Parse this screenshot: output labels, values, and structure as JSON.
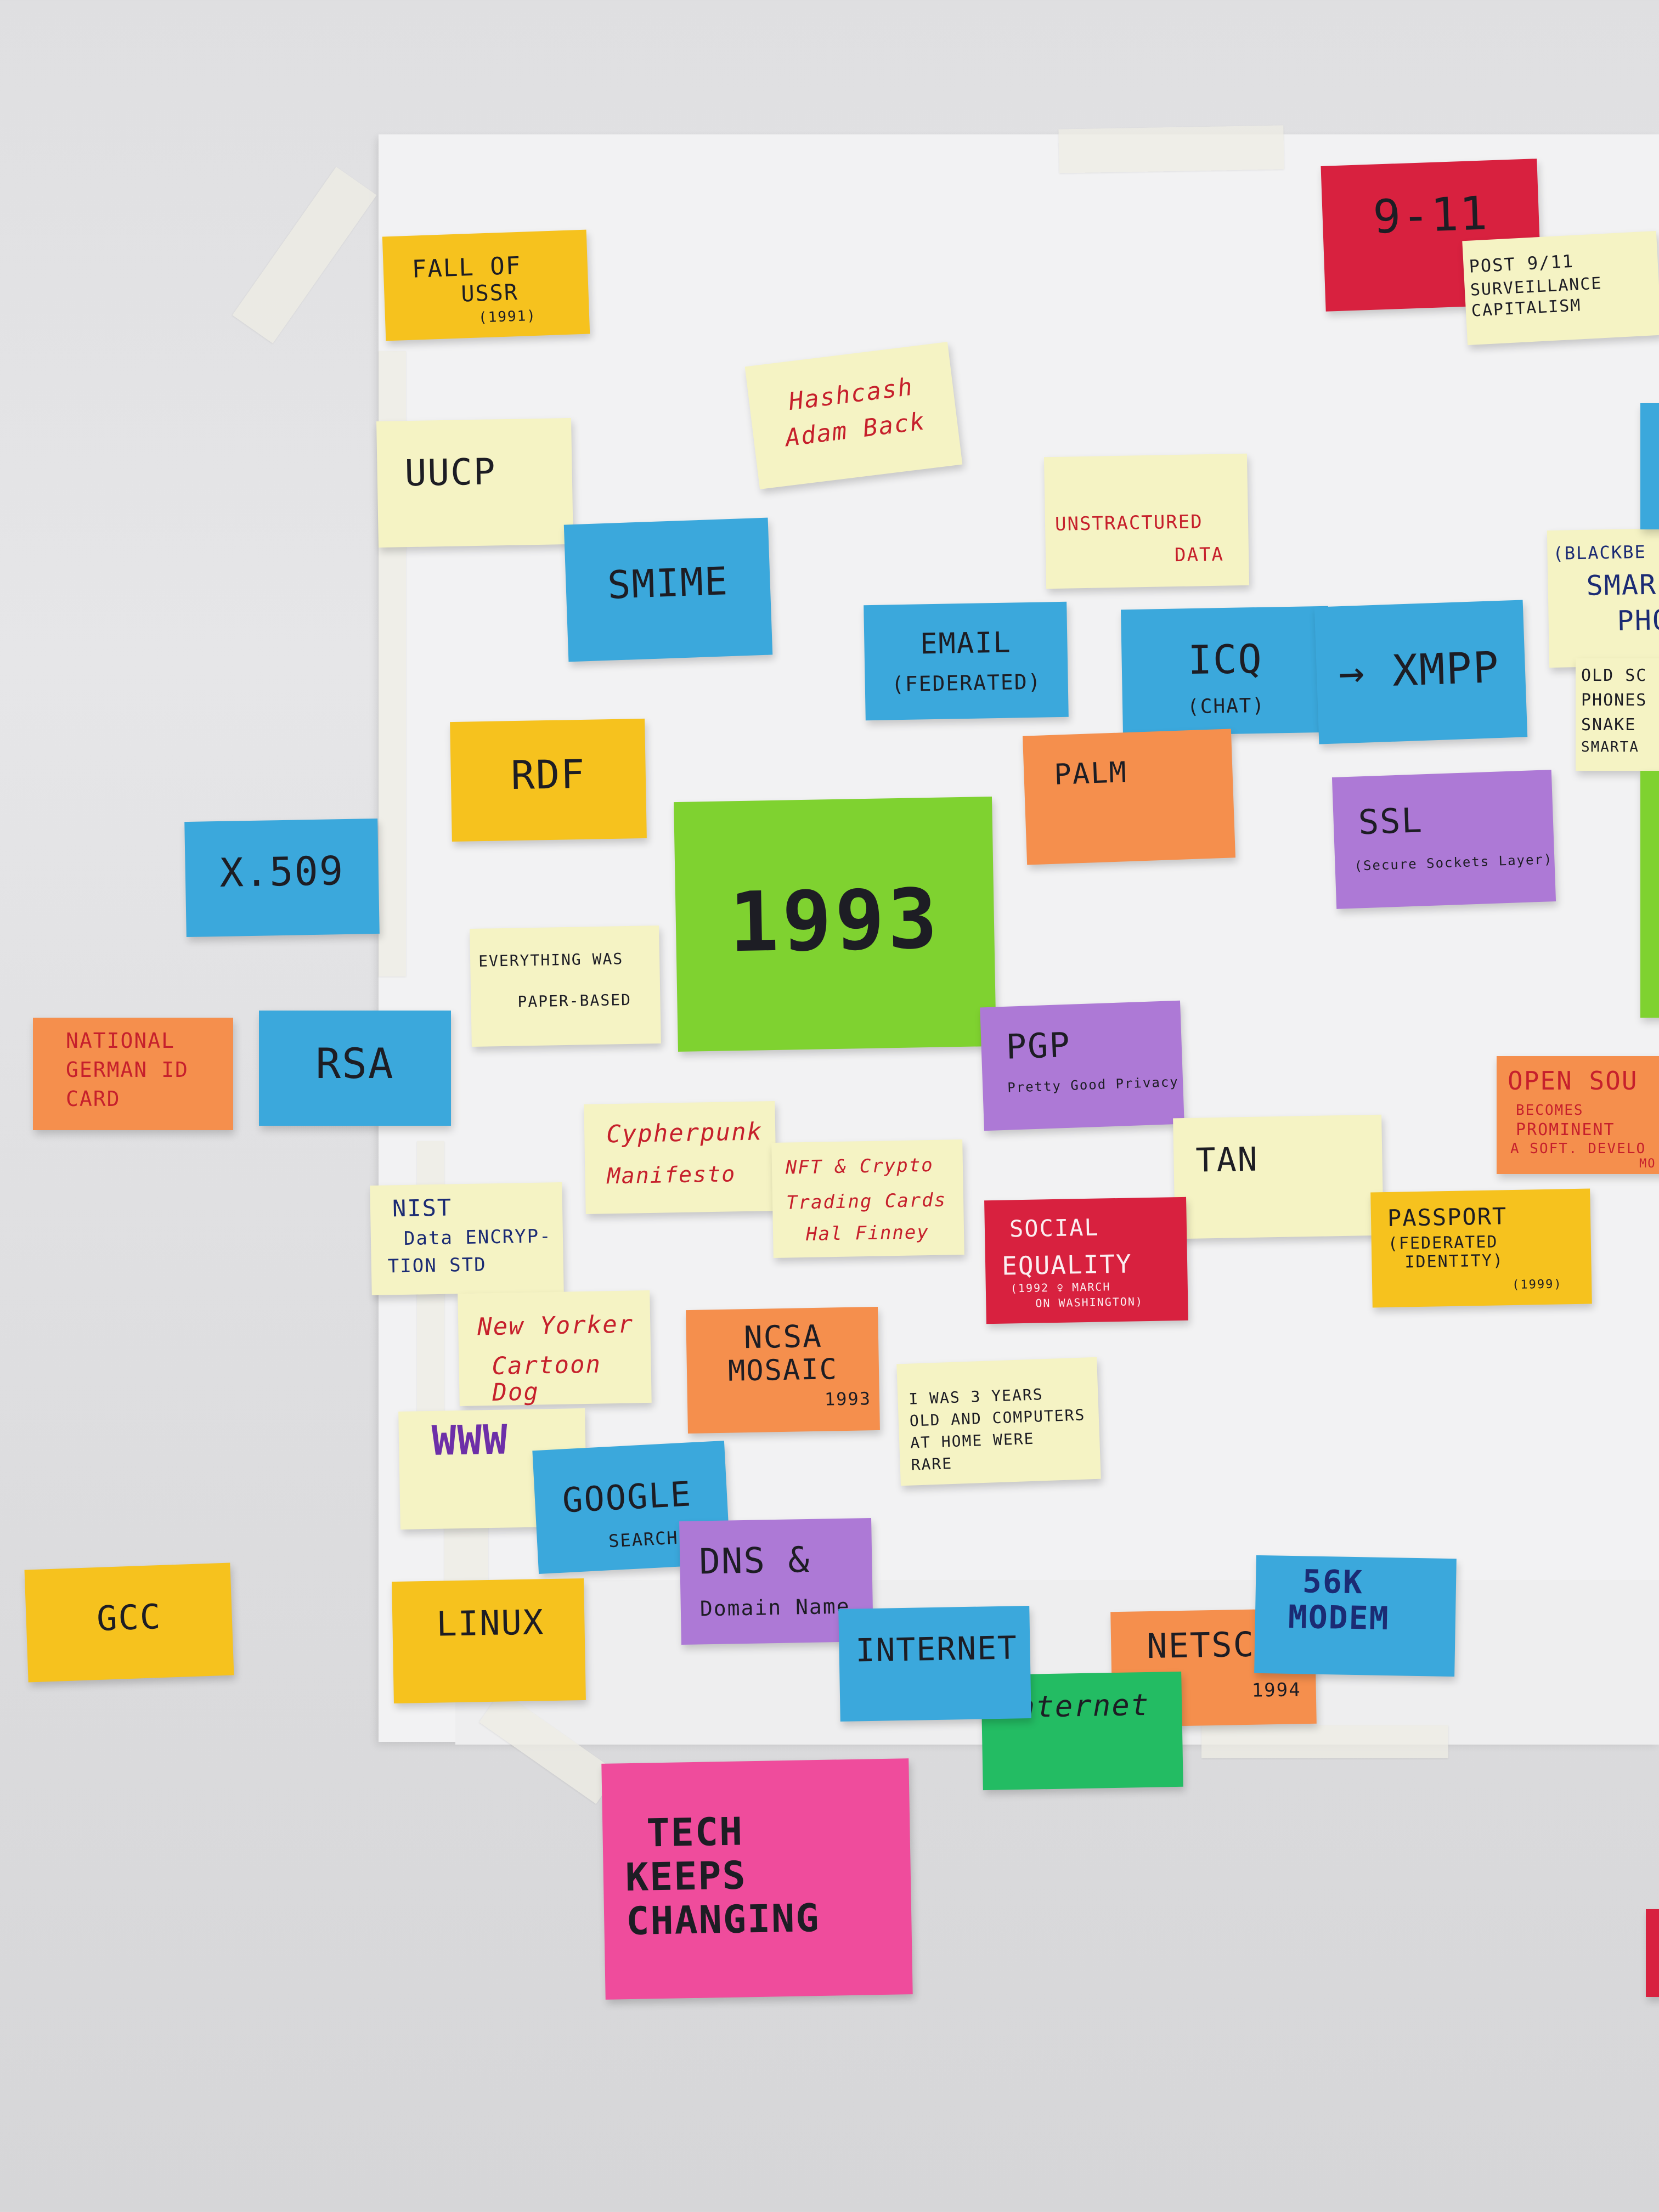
{
  "notes": {
    "fall_of_ussr": {
      "l1": "FALL OF",
      "l2": "USSR",
      "l3": "(1991)"
    },
    "nine_eleven": {
      "l1": "9-11"
    },
    "post_911": {
      "l1": "POST 9/11",
      "l2": "SURVEILLANCE",
      "l3": "CAPITALISM"
    },
    "hashcash": {
      "l1": "Hashcash",
      "l2": "Adam Back"
    },
    "uucp": {
      "l1": "UUCP"
    },
    "unstructured": {
      "l1": "UNSTRACTURED",
      "l2": "DATA"
    },
    "smime": {
      "l1": "SMIME"
    },
    "blackberry": {
      "l1": "(BLACKBE",
      "l2": "SMAR",
      "l3": "PHO"
    },
    "email": {
      "l1": "EMAIL",
      "l2": "(FEDERATED)"
    },
    "icq": {
      "l1": "ICQ",
      "l2": "(CHAT)"
    },
    "xmpp": {
      "l1": "→ XMPP"
    },
    "old_school": {
      "l1": "OLD SC",
      "l2": "PHONES",
      "l3": "SNAKE",
      "l4": "SMARTA"
    },
    "rdf": {
      "l1": "RDF"
    },
    "palm": {
      "l1": "PALM"
    },
    "x509": {
      "l1": "X.509"
    },
    "ssl": {
      "l1": "SSL",
      "l2": "(Secure Sockets Layer)"
    },
    "year_1993": {
      "l1": "1993"
    },
    "everything_paper": {
      "l1": "EVERYTHING WAS",
      "l2": "PAPER-BASED"
    },
    "national_id": {
      "l1": "NATIONAL",
      "l2": "GERMAN ID",
      "l3": "CARD"
    },
    "rsa": {
      "l1": "RSA"
    },
    "pgp": {
      "l1": "PGP",
      "l2": "Pretty Good Privacy"
    },
    "open_source": {
      "l1": "OPEN SOU",
      "l2": "BECOMES",
      "l3": "PROMINENT",
      "l4": "A SOFT. DEVELO",
      "l5": "MO"
    },
    "cypherpunk": {
      "l1": "Cypherpunk",
      "l2": "Manifesto"
    },
    "nft": {
      "l1": "NFT & Crypto",
      "l2": "Trading Cards",
      "l3": "Hal Finney"
    },
    "tan": {
      "l1": "TAN"
    },
    "nist": {
      "l1": "NIST",
      "l2": "Data ENCRYP-",
      "l3": "TION STD"
    },
    "social_equality": {
      "l1": "SOCIAL",
      "l2": "EQUALITY",
      "l3": "(1992 ♀ MARCH",
      "l4": "ON WASHINGTON)"
    },
    "passport": {
      "l1": "PASSPORT",
      "l2": "(FEDERATED",
      "l3": "IDENTITY)",
      "l4": "(1999)"
    },
    "new_yorker": {
      "l1": "New Yorker",
      "l2": "Cartoon Dog"
    },
    "ncsa": {
      "l1": "NCSA",
      "l2": "MOSAIC",
      "l3": "1993"
    },
    "three_years": {
      "l1": "I WAS 3 YEARS",
      "l2": "OLD AND COMPUTERS",
      "l3": "AT HOME WERE",
      "l4": "RARE"
    },
    "www": {
      "l1": "WWW"
    },
    "google": {
      "l1": "GOOGLE",
      "l2": "SEARCH"
    },
    "gcc": {
      "l1": "GCC"
    },
    "linux": {
      "l1": "LINUX"
    },
    "dns": {
      "l1": "DNS &",
      "l2": "Domain Name"
    },
    "internet": {
      "l1": "INTERNET"
    },
    "internet_small": {
      "l1": "Internet"
    },
    "netscape": {
      "l1": "NETSC",
      "l2": "1994"
    },
    "modem": {
      "l1": "56K",
      "l2": "MODEM"
    },
    "tech_keeps": {
      "l1": "TECH",
      "l2": "KEEPS",
      "l3": "CHANGING"
    }
  },
  "colors": {
    "wall": "#e2e2e4",
    "paper": "#f2f2f3",
    "blue": "#3ba8dc",
    "yellow": "#f6c21e",
    "cream": "#f5f3c4",
    "orange": "#f58f4d",
    "red": "#d8213f",
    "purple": "#ad79d6",
    "green": "#7fd230",
    "dark_green": "#23bc63",
    "pink": "#ef4c9c"
  }
}
